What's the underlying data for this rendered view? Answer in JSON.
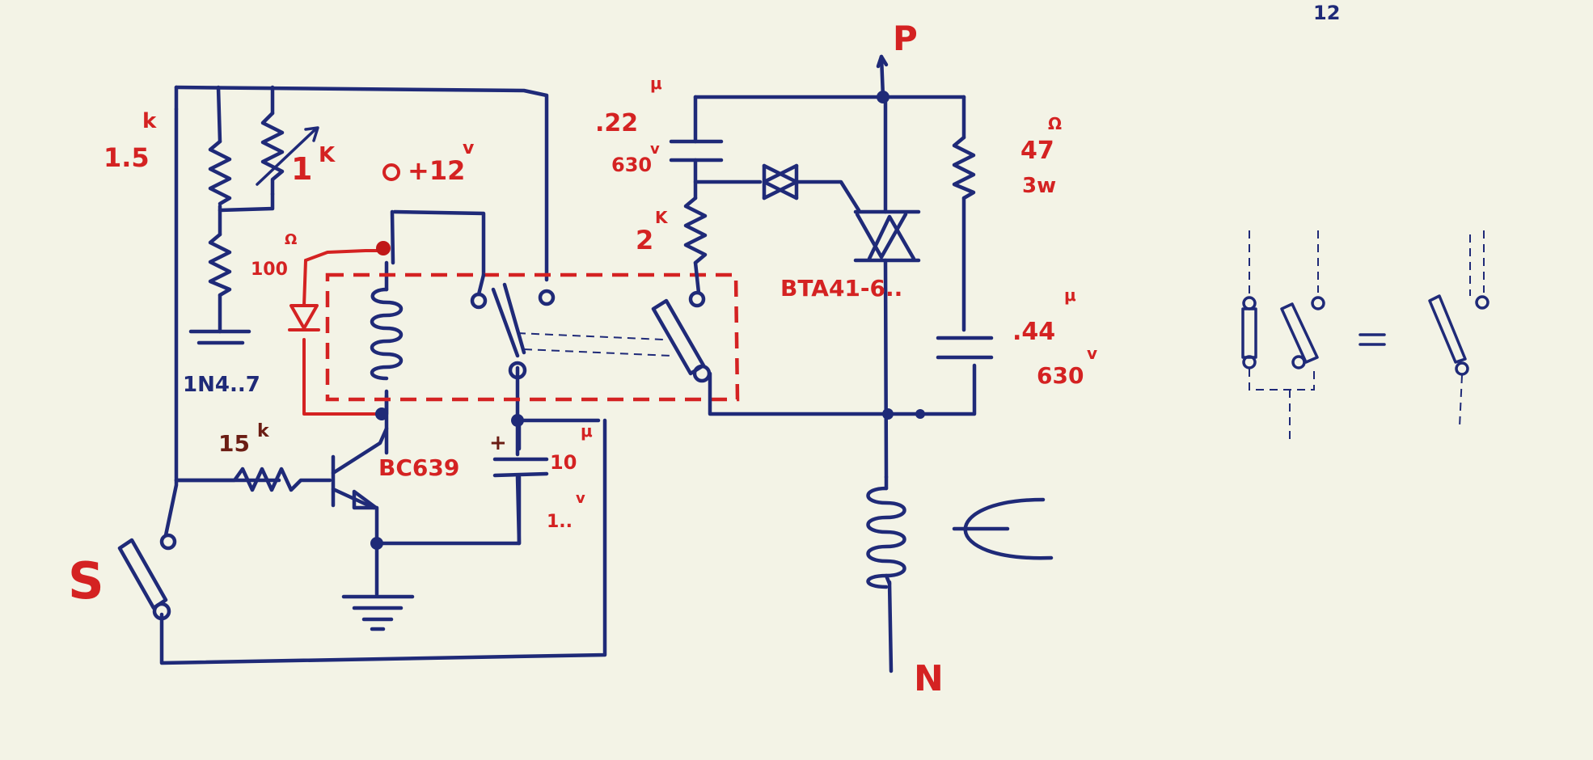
{
  "labels": {
    "r1_prefix": "k",
    "r1_value": "1.5",
    "pot_value": "1",
    "pot_unit": "K",
    "supply": "+12",
    "supply_unit": "v",
    "r100_value": "100",
    "r100_unit": "Ω",
    "zener": "1N4..7",
    "r15_value": "15",
    "r15_unit": "k",
    "transistor": "BC639",
    "cap_plus": "+",
    "cap_value": "10",
    "cap_unit": "μ",
    "cap_voltage": "1..",
    "cap_voltage_unit": "v",
    "switch_s": "S",
    "c22_value": ".22",
    "c22_unit": "μ",
    "c22_voltage": "630",
    "c22_voltage_unit": "v",
    "r2k_value": "2",
    "r2k_unit": "K",
    "triac": "BTA41-6..",
    "r47_value": "47",
    "r47_unit": "Ω",
    "r47_power": "3w",
    "c44_value": ".44",
    "c44_unit": "μ",
    "c44_voltage": "630",
    "c44_voltage_unit": "v",
    "phase": "P",
    "neutral": "N",
    "corner_mark": "12",
    "equals": "="
  }
}
